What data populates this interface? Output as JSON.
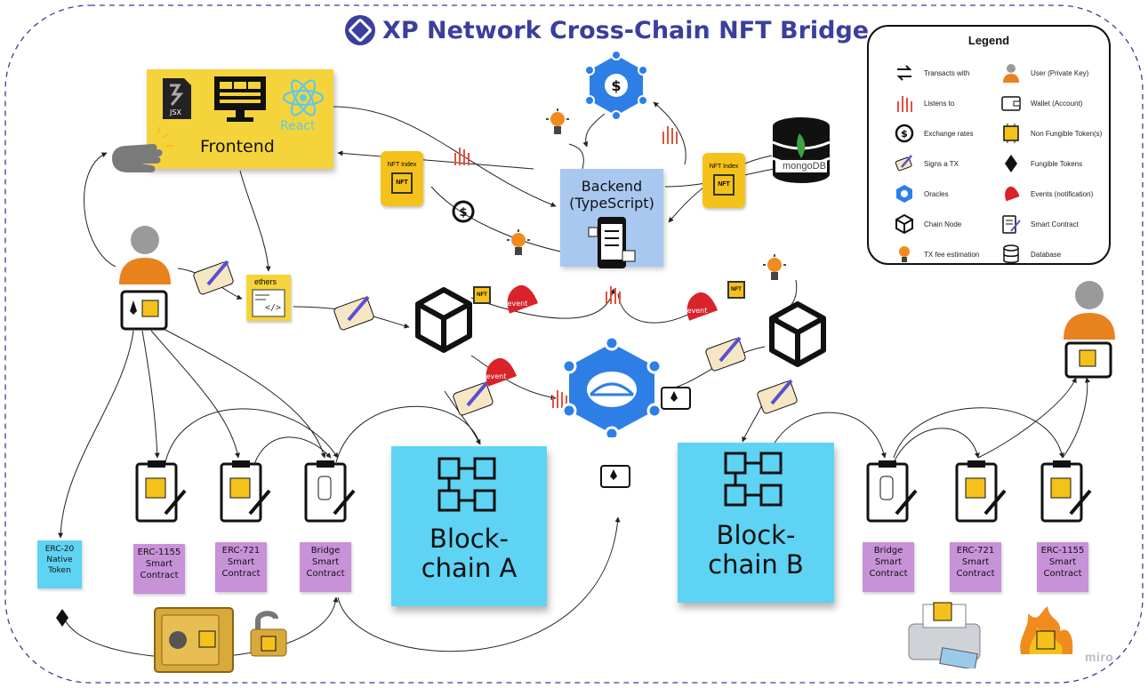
{
  "title": "XP Network Cross-Chain NFT Bridge",
  "frontend": {
    "label": "Frontend",
    "logos": [
      "JSX",
      "React"
    ]
  },
  "backend": {
    "label": "Backend\n(TypeScript)"
  },
  "database_logo": "mongoDB",
  "nft_index_label": "NFT Index",
  "ethers_label": "ethers",
  "event_label": "event",
  "nft_badge": "NFT",
  "blockchain_a": "Block-\nchain A",
  "blockchain_b": "Block-\nchain B",
  "left_contracts": [
    {
      "label": "ERC-1155\nSmart\nContract"
    },
    {
      "label": "ERC-721\nSmart\nContract"
    },
    {
      "label": "Bridge\nSmart\nContract"
    }
  ],
  "right_contracts": [
    {
      "label": "Bridge\nSmart\nContract"
    },
    {
      "label": "ERC-721\nSmart\nContract"
    },
    {
      "label": "ERC-1155\nSmart\nContract"
    }
  ],
  "erc20": {
    "label": "ERC-20\nNative\nToken"
  },
  "legend": {
    "title": "Legend",
    "items": [
      {
        "label": "Transacts with",
        "icon": "arrows-exchange-icon"
      },
      {
        "label": "User (Private Key)",
        "icon": "user-icon"
      },
      {
        "label": "Listens to",
        "icon": "listening-hand-icon"
      },
      {
        "label": "Wallet (Account)",
        "icon": "wallet-icon"
      },
      {
        "label": "Exchange rates",
        "icon": "dollar-cycle-icon"
      },
      {
        "label": "Non Fungible Token(s)",
        "icon": "nft-chip-icon"
      },
      {
        "label": "Signs a TX",
        "icon": "signing-pen-icon"
      },
      {
        "label": "Fungible Tokens",
        "icon": "ether-diamond-icon"
      },
      {
        "label": "Oracles",
        "icon": "oracle-hexagon-icon"
      },
      {
        "label": "Events (notification)",
        "icon": "event-bell-icon"
      },
      {
        "label": "Chain Node",
        "icon": "cube-icon"
      },
      {
        "label": "Smart Contract",
        "icon": "clipboard-contract-icon"
      },
      {
        "label": "TX fee estimation",
        "icon": "lightbulb-icon"
      },
      {
        "label": "Database",
        "icon": "database-icon"
      }
    ]
  },
  "watermark": "miro",
  "colors": {
    "title": "#3a3f9c",
    "sticky_yellow": "#f5d43b",
    "sticky_blue": "#5ed3f3",
    "backend_blue": "#a9c8f0",
    "contract_purple": "#c792d8",
    "oracle_blue": "#2d7fe6",
    "event_red": "#d8232a",
    "user_orange": "#e8821f"
  }
}
